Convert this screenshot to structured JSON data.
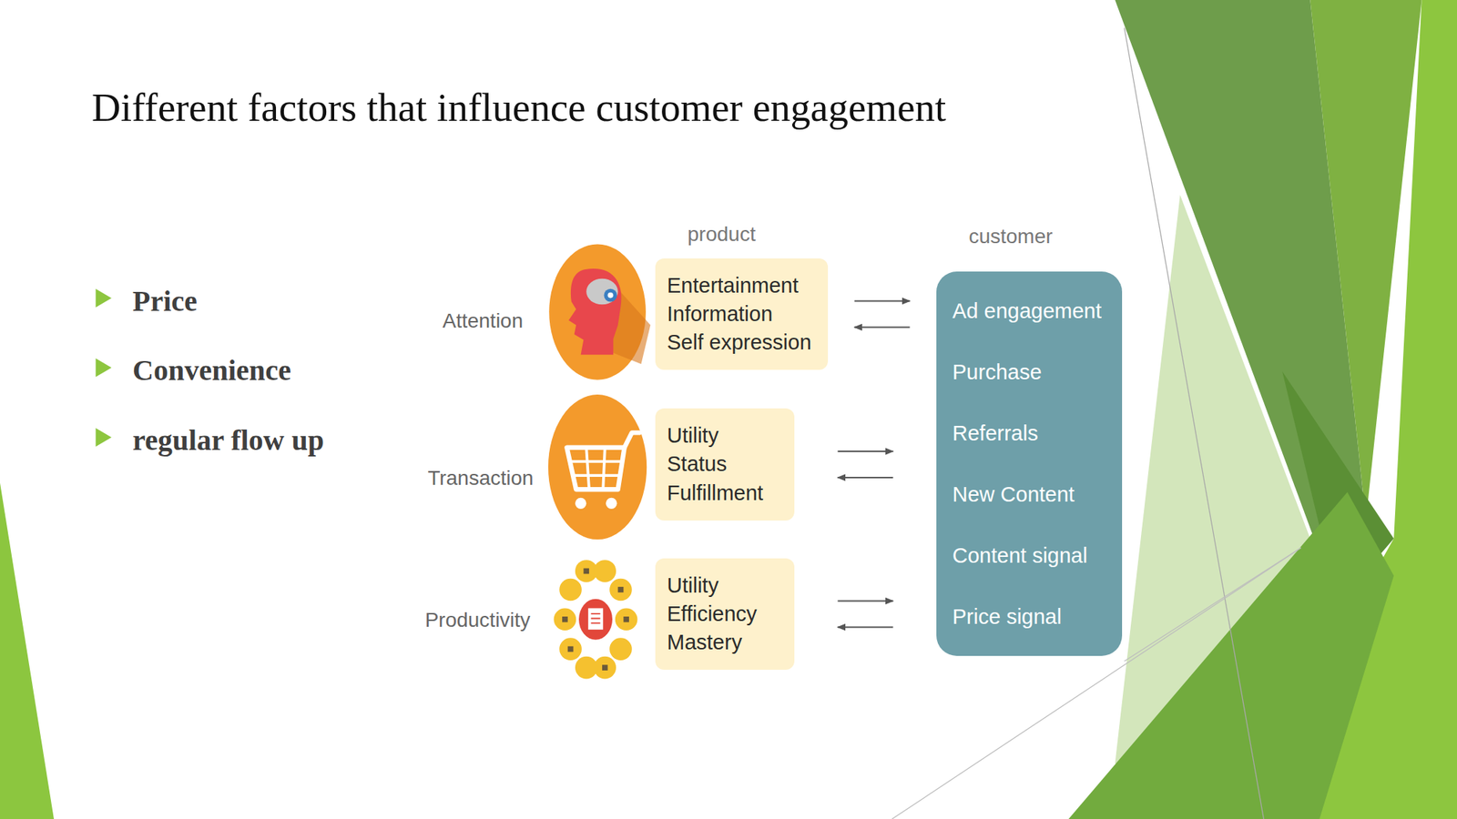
{
  "diagram": {
    "title": "Different factors that influence customer engagement",
    "nodes": [
      {
        "text": [
          "Entertainment",
          "Information",
          "Self expression"
        ]
      },
      {
        "text": [
          "Utility",
          "Status",
          "Fulfillment"
        ]
      },
      {
        "text": [
          "Utility",
          "Efficiency",
          "Mastery"
        ]
      },
      {
        "text": [
          "Ad engagement",
          "Purchase",
          "Referrals",
          "New Content",
          "Content signal",
          "Price signal"
        ]
      }
    ],
    "edges": [
      {
        "from": 0,
        "to": 3,
        "arrow": "to"
      },
      {
        "from": 3,
        "to": 0,
        "arrow": "to"
      },
      {
        "from": 1,
        "to": 3,
        "arrow": "to"
      },
      {
        "from": 3,
        "to": 1,
        "arrow": "to"
      },
      {
        "from": 2,
        "to": 3,
        "arrow": "to"
      },
      {
        "from": 3,
        "to": 2,
        "arrow": "to"
      }
    ],
    "labels": [
      "product",
      "customer",
      "Attention",
      "Transaction",
      "Productivity",
      "Price",
      "Convenience",
      "regular flow up"
    ]
  }
}
